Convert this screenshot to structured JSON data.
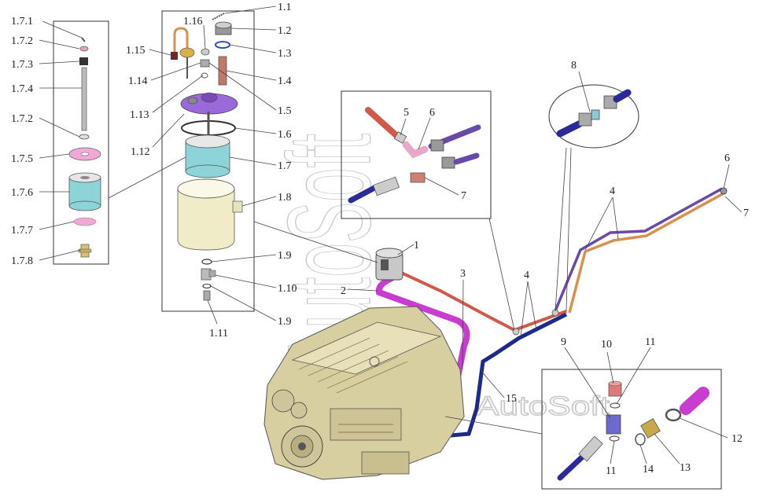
{
  "watermark": {
    "vertical": "AutoSoft",
    "small": "AutoSoft"
  },
  "labels": {
    "filter_parts": [
      "1.1",
      "1.2",
      "1.3",
      "1.4",
      "1.5",
      "1.6",
      "1.7",
      "1.8",
      "1.9",
      "1.10",
      "1.9",
      "1.11",
      "1.12",
      "1.13",
      "1.14",
      "1.15",
      "1.16"
    ],
    "element_parts": [
      "1.7.1",
      "1.7.2",
      "1.7.3",
      "1.7.4",
      "1.7.2",
      "1.7.5",
      "1.7.6",
      "1.7.7",
      "1.7.8"
    ],
    "line_parts": [
      "1",
      "2",
      "3",
      "4",
      "4",
      "5",
      "6",
      "7",
      "8",
      "6",
      "7",
      "15"
    ],
    "detail_parts": [
      "9",
      "10",
      "11",
      "11",
      "12",
      "13",
      "14"
    ]
  },
  "colors": {
    "magenta_hose": "#c83cd0",
    "navy_hose": "#1e2a8a",
    "red_line": "#d05a4a",
    "orange_line": "#d89050",
    "purple_line": "#6a4aa8",
    "engine": "#d8cfa0",
    "filter_bowl": "#f0ecc8",
    "element_blue": "#8cd4d8"
  }
}
